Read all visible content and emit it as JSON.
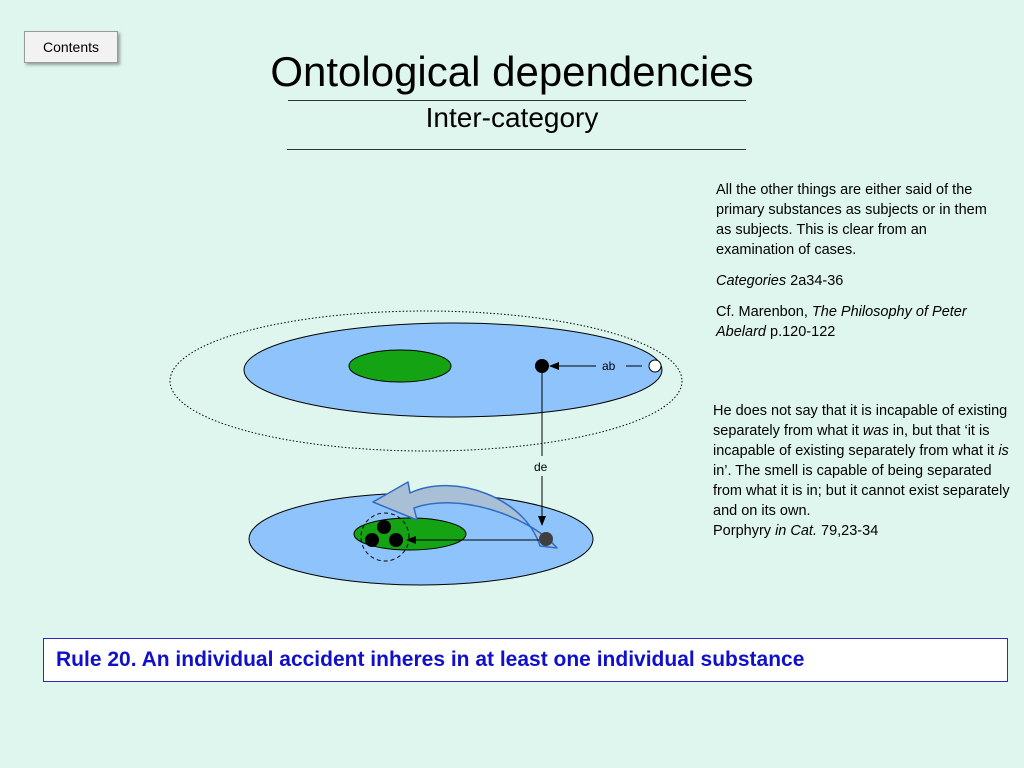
{
  "nav": {
    "contents_label": "Contents"
  },
  "header": {
    "title": "Ontological dependencies",
    "subtitle": "Inter-category"
  },
  "diagram": {
    "label_ab": "ab",
    "label_de": "de",
    "colors": {
      "substance_fill": "#8ec4fb",
      "accident_fill": "#13a313",
      "background": "#dff6ef",
      "arrow_fill": "#a9bfd6"
    }
  },
  "quote_categories": {
    "text": "All the other things are either said of the primary substances as subjects or in them as subjects. This is clear from an examination of cases.",
    "ref_italic": "Categories",
    "ref_rest": " 2a34-36",
    "cf_prefix": "Cf. Marenbon, ",
    "cf_title": "The Philosophy of Peter Abelard",
    "cf_pages": " p.120-122"
  },
  "quote_porphyry": {
    "t1": "He does not say that it is incapable of existing separately from what it ",
    "t1_em": "was",
    "t2": " in, but that ‘it is incapable of existing separately from what it ",
    "t2_em": "is",
    "t3": " in’. The smell is capable of being separated from what it is in; but it cannot exist separately and on its own.",
    "ref_prefix": "Porphyry ",
    "ref_italic": "in Cat.",
    "ref_rest": " 79,23-34"
  },
  "rule": {
    "text": "Rule 20. An individual accident inheres in at least one individual substance"
  }
}
